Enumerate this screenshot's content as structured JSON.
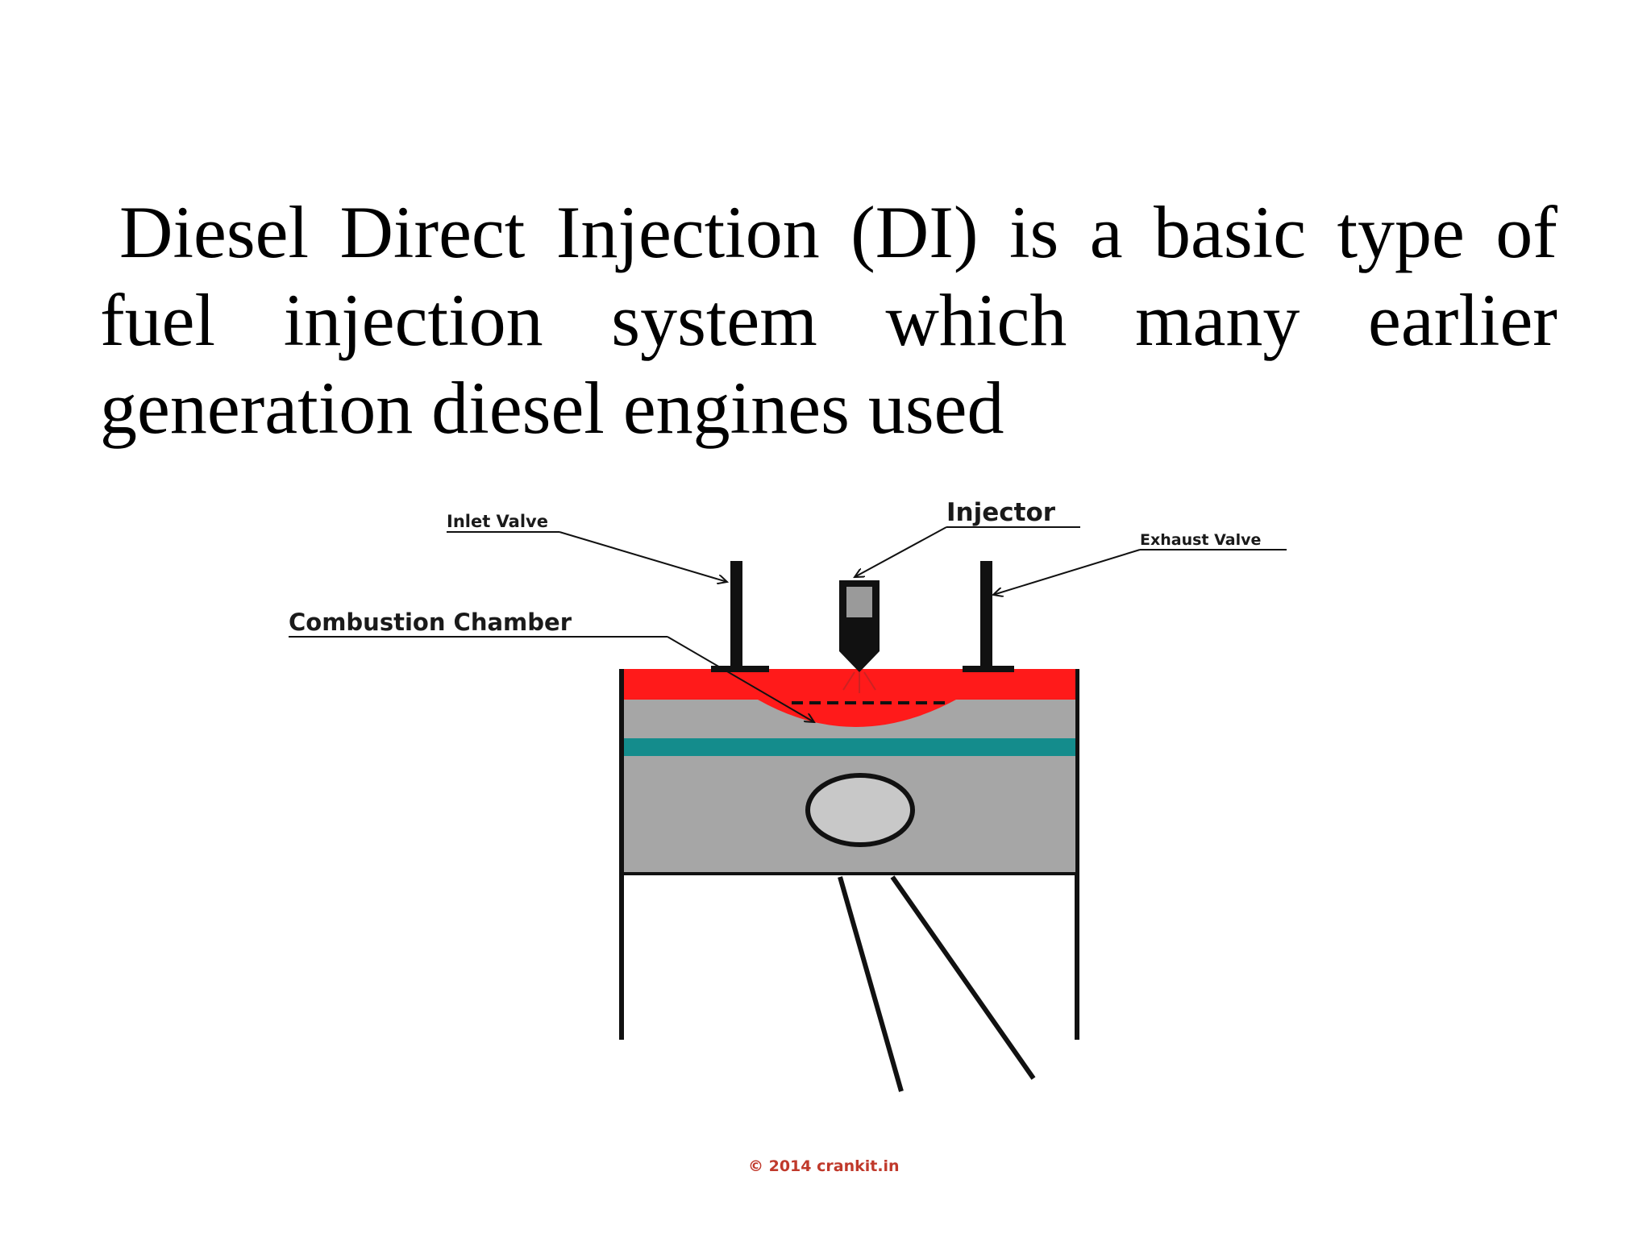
{
  "slide": {
    "paragraph_lines": [
      [
        "Diesel",
        "Direct",
        "Injection",
        "(DI)",
        "is",
        "a",
        "basic",
        "type",
        "of"
      ],
      [
        "fuel",
        "injection",
        "system",
        "which",
        "many",
        "earlier"
      ],
      [
        "generation diesel engines used"
      ]
    ]
  },
  "diagram": {
    "labels": {
      "inlet_valve": "Inlet Valve",
      "injector": "Injector",
      "exhaust_valve": "Exhaust Valve",
      "combustion_chamber": "Combustion Chamber"
    },
    "copyright": "© 2014 crankit.in",
    "colors": {
      "combustion_red": "#ff1a1a",
      "piston_gray": "#a6a6a6",
      "ring_teal": "#148c8c",
      "pin_gray": "#c8c8c8",
      "copyright_red": "#c0392b"
    }
  }
}
